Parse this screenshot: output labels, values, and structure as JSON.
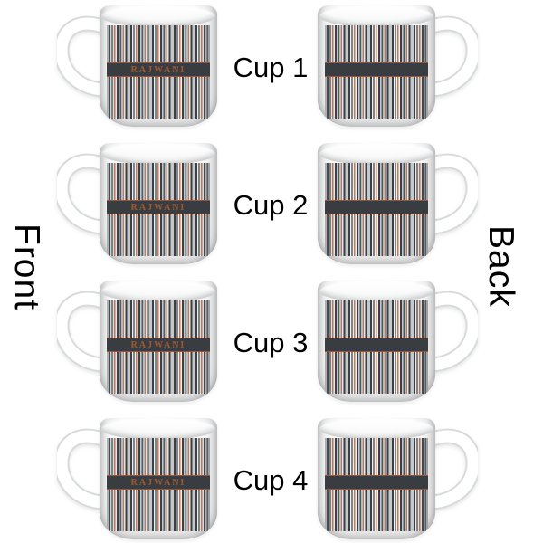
{
  "view_labels": {
    "front": "Front",
    "back": "Back"
  },
  "rows": [
    {
      "label": "Cup 1"
    },
    {
      "label": "Cup 2"
    },
    {
      "label": "Cup 3"
    },
    {
      "label": "Cup 4"
    }
  ],
  "cup": {
    "brand_text": "RAJWANI",
    "pattern": "gray-stripes",
    "colors": {
      "stripe_charcoal": "#3c4045",
      "stripe_gray": "#7e8487",
      "stripe_silver": "#c4c8ca",
      "stripe_white": "#eff1f1",
      "stripe_orange": "#c4795a",
      "band_background": "#393c41",
      "band_border": "#9c5332",
      "band_text": "#a05a30",
      "ceramic_white": "#ffffff"
    }
  }
}
